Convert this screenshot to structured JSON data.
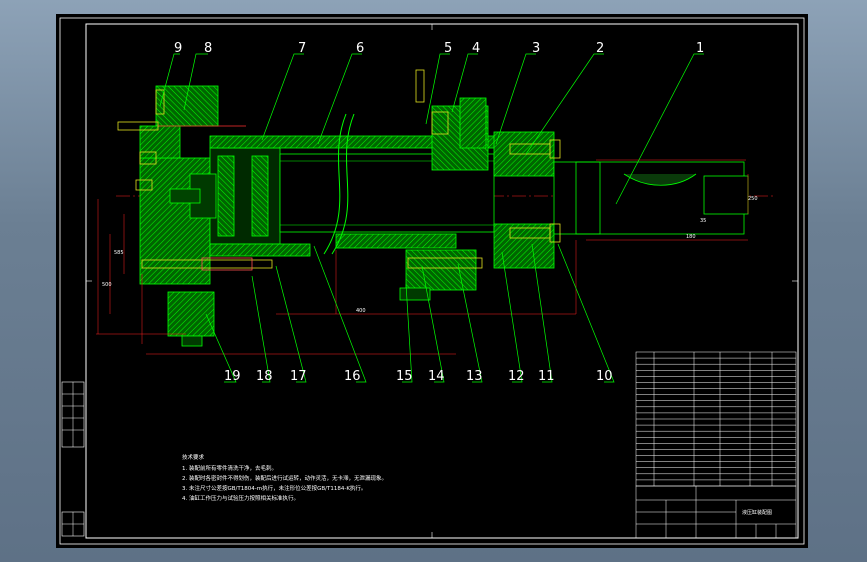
{
  "drawing": {
    "part_labels_top": [
      "9",
      "8",
      "7",
      "6",
      "5",
      "4",
      "3",
      "2",
      "1"
    ],
    "part_labels_bottom": [
      "19",
      "18",
      "17",
      "16",
      "15",
      "14",
      "13",
      "12",
      "11",
      "10"
    ],
    "dimensions": [
      "400",
      "180",
      "585",
      "500",
      "35",
      "250"
    ],
    "notes_heading": "技术要求",
    "notes": [
      "1. 装配前所有零件清洗干净，去毛刺。",
      "2. 装配时各密封件不得划伤，装配后进行试运转，动作灵活，无卡滞，无泄漏现象。",
      "3. 未注尺寸公差按GB/T1804-m执行，未注形位公差按GB/T1184-K执行。",
      "4. 油缸工作压力与试验压力按照相关标准执行。"
    ],
    "title_block_title": "液压缸装配图",
    "colors": {
      "background": "#000000",
      "frame": "#ffffff",
      "part_lines": "#00ff00",
      "hatch": "#00ff00",
      "centerline": "#ff2020",
      "dimension": "#ff2020",
      "bolts": "#e0e020",
      "body_fill": "#007700"
    }
  }
}
